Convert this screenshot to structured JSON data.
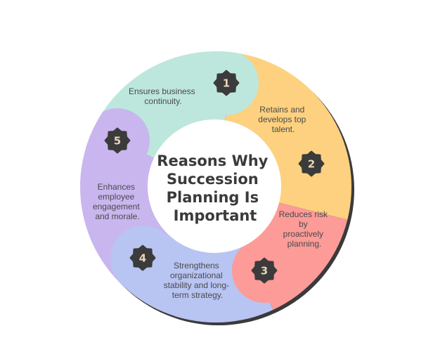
{
  "title_lines": [
    "Reasons Why",
    "Succession",
    "Planning Is",
    "Important"
  ],
  "reasons": [
    {
      "number": "1",
      "lines": [
        "Ensures business",
        "continuity."
      ],
      "color": "#bde7dd"
    },
    {
      "number": "2",
      "lines": [
        "Retains and",
        "develops top",
        "talent."
      ],
      "color": "#fdd17f"
    },
    {
      "number": "3",
      "lines": [
        "Reduces risk",
        "by",
        "proactively",
        "planning."
      ],
      "color": "#fc9b97"
    },
    {
      "number": "4",
      "lines": [
        "Strengthens",
        "organizational",
        "stability and long-",
        "term strategy."
      ],
      "color": "#b8c4f2"
    },
    {
      "number": "5",
      "lines": [
        "Enhances",
        "employee",
        "engagement",
        "and morale."
      ],
      "color": "#c9b6ef"
    }
  ],
  "colors": {
    "badge": "#3b3b3b",
    "shadow": "#3a3a3a",
    "center": "#ffffff"
  }
}
